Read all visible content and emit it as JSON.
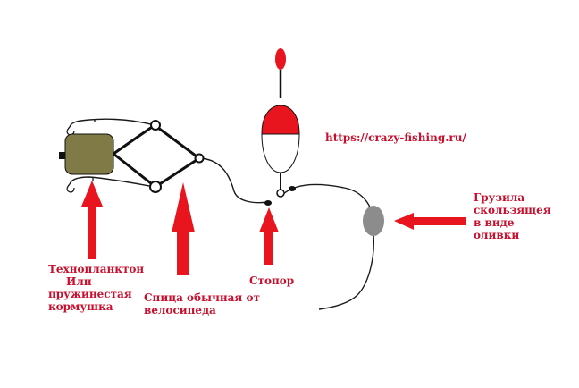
{
  "url_text": "https://crazy-fishing.ru/",
  "labels": {
    "feeder": [
      "Технопланктон",
      "Или",
      "пружинестая",
      "кормушка"
    ],
    "spoke": [
      "Спица обычная от",
      "велосипеда"
    ],
    "stopper": [
      "Стопор"
    ],
    "sinker": [
      "Грузила",
      "скользящея",
      "в виде",
      "оливки"
    ]
  },
  "colors": {
    "arrow": "#e8141e",
    "label": "#c8102e",
    "float_red": "#e8141e",
    "feeder": "#7f7a46",
    "sinker": "#8c8c8c",
    "line": "#1a1a1a"
  },
  "icons": [
    "feeder",
    "spoke-frame",
    "float",
    "stopper",
    "olive-sinker",
    "hook"
  ]
}
